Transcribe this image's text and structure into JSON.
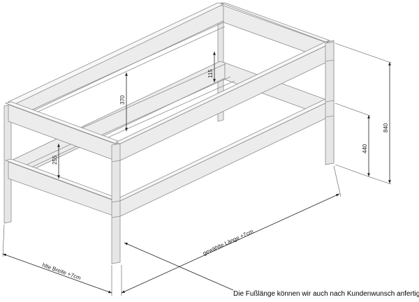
{
  "dimensions": {
    "inner_top_height": "370",
    "upper_small": "115",
    "lower_inner": "255",
    "mid_height": "440",
    "total_height": "840",
    "length_label": "gewählte Länge +7cm",
    "width_label": "hlte Breite +7cm"
  },
  "note": "Die Fußlänge können wir auch nach Kundenwunsch anfertigen"
}
